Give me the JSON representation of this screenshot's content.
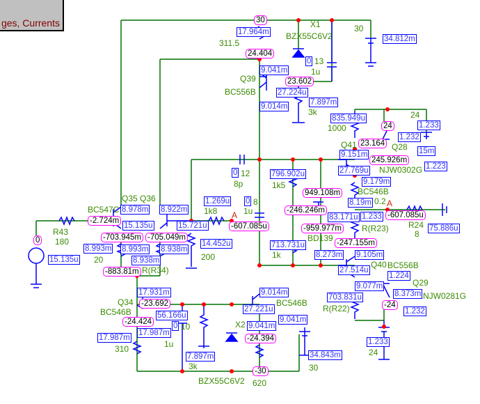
{
  "title": "ges, Currents",
  "colors": {
    "wire": "#007000",
    "component": "#0000ff",
    "node_dot": "#ff0000",
    "current_box": "#0000ff",
    "voltage_box": "#ff00ff",
    "label": "#3a8a00"
  },
  "currents": [
    "17.964m",
    "34.812m",
    "9.041m",
    "27.224u",
    "7.897m",
    "9.014m",
    "835.949u",
    "1.232",
    "1.233",
    "9.151m",
    "15m",
    "27.769u",
    "1.223",
    "9.179m",
    "796.902u",
    "8.19m",
    "83.171u",
    "713.731u",
    "8.273m",
    "1.233",
    "75.886u",
    "9.105m",
    "27.514u",
    "1.224",
    "9.077m",
    "8.373m",
    "703.831u",
    "1.232",
    "1.233",
    "34.843m",
    "1.269u",
    "8.978m",
    "8.922m",
    "15.135u",
    "15.721u",
    "14.452u",
    "8.993m",
    "8.938m",
    "8.993m",
    "8.938m",
    "15.135u",
    "17.931m",
    "56.166u",
    "17.987m",
    "17.987m",
    "7.897m",
    "9.014m",
    "27.221u",
    "9.041m",
    "9.041m",
    "0",
    "0",
    "0",
    "0"
  ],
  "voltages": [
    "30",
    "24.404",
    "23.602",
    "24",
    "23.164",
    "245.926m",
    "949.108m",
    "-246.246m",
    "-959.977m",
    "-607.085u",
    "-607.085u",
    "-247.155m",
    "-24",
    "-2.724m",
    "-703.945m",
    "-705.049m",
    "-883.81m",
    "0",
    "-23.692",
    "-24.424",
    "-24.394",
    "-30"
  ],
  "labels": [
    "311.5",
    "X1",
    "BZX55C6V2",
    "30",
    "1u",
    "3k",
    "Q39",
    "BC556B",
    "1000",
    "24",
    "Q28",
    "NJW0302G",
    "Q41",
    "BC546B",
    "1k5",
    "0.2",
    "R(R23)",
    "R24",
    "8",
    "1k",
    "BD139",
    "Q40",
    "BC556B",
    "Q29",
    "NJW0281G",
    "R(R22)",
    "24",
    "1k8",
    "8p",
    "1u",
    "200",
    "Q35 Q36",
    "BC547C",
    "20",
    "R(R34)",
    "R43",
    "180",
    "Q34",
    "BC546B",
    "310",
    "1u",
    "3k",
    "X2",
    "BZX55C6V2",
    "620",
    "30",
    "BC546B",
    "13",
    "12",
    "8",
    "10"
  ],
  "nodes": [
    "A",
    "A"
  ]
}
